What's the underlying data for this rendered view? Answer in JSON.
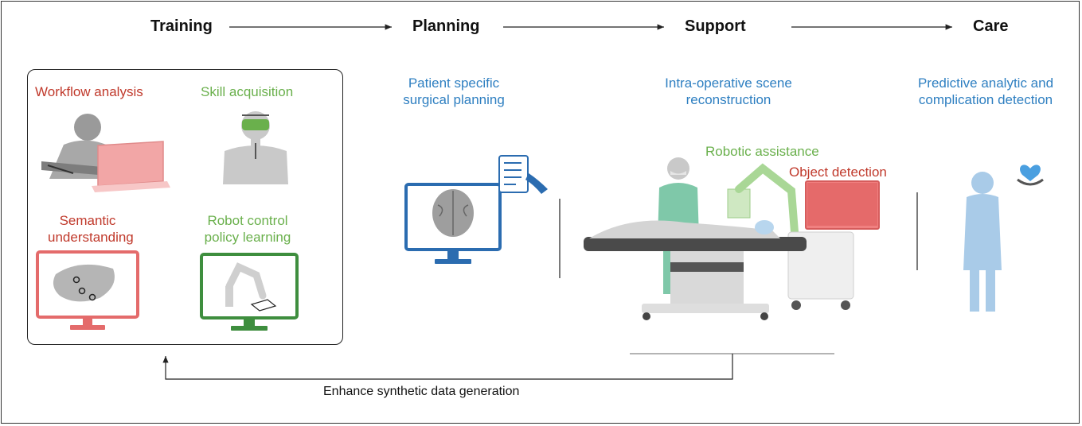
{
  "stages": [
    "Training",
    "Planning",
    "Support",
    "Care"
  ],
  "training": {
    "workflow": "Workflow analysis",
    "skill": "Skill acquisition",
    "semantic_line1": "Semantic",
    "semantic_line2": "understanding",
    "robot_line1": "Robot control",
    "robot_line2": "policy learning"
  },
  "planning": {
    "line1": "Patient specific",
    "line2": "surgical planning"
  },
  "support": {
    "line1": "Intra-operative scene",
    "line2": "reconstruction",
    "robotic": "Robotic assistance",
    "object": "Object detection"
  },
  "care": {
    "line1": "Predictive analytic and",
    "line2": "complication detection"
  },
  "feedback": "Enhance synthetic data generation",
  "colors": {
    "red": "#c0392b",
    "green": "#6ab04c",
    "blue": "#2e7fc1",
    "text": "#111111"
  }
}
